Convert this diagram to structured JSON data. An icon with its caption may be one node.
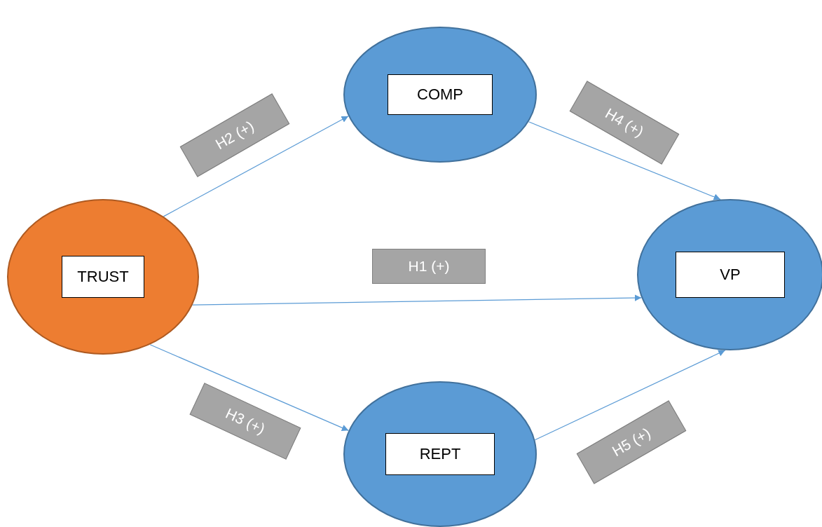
{
  "diagram": {
    "nodes": [
      {
        "text": [
          "TRUST"
        ]
      },
      {
        "text": [
          "COMP"
        ]
      },
      {
        "text": [
          "VP"
        ]
      },
      {
        "text": [
          "REPT"
        ]
      }
    ],
    "edges": [
      {
        "from": 0,
        "to": 1,
        "arrow": "to",
        "label": "H2 (+)"
      },
      {
        "from": 1,
        "to": 2,
        "arrow": "to",
        "label": "H4 (+)"
      },
      {
        "from": 0,
        "to": 2,
        "arrow": "to",
        "label": "H1 (+)"
      },
      {
        "from": 0,
        "to": 3,
        "arrow": "to",
        "label": "H3 (+)"
      },
      {
        "from": 3,
        "to": 2,
        "arrow": "to",
        "label": "H5 (+)"
      }
    ]
  }
}
